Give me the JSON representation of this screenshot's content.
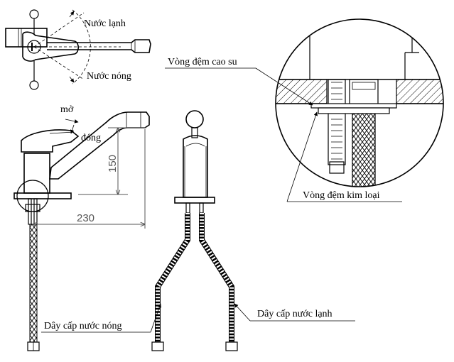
{
  "labels": {
    "cold_water": "Nước lạnh",
    "hot_water": "Nước nóng",
    "open": "mở",
    "close": "đóng",
    "dim_height": "150",
    "dim_width": "230",
    "rubber_washer": "Vòng đệm cao su",
    "metal_washer": "Vòng đệm kim loại",
    "hot_hose": "Dây cấp nước nóng",
    "cold_hose": "Dây cấp nước lạnh"
  }
}
